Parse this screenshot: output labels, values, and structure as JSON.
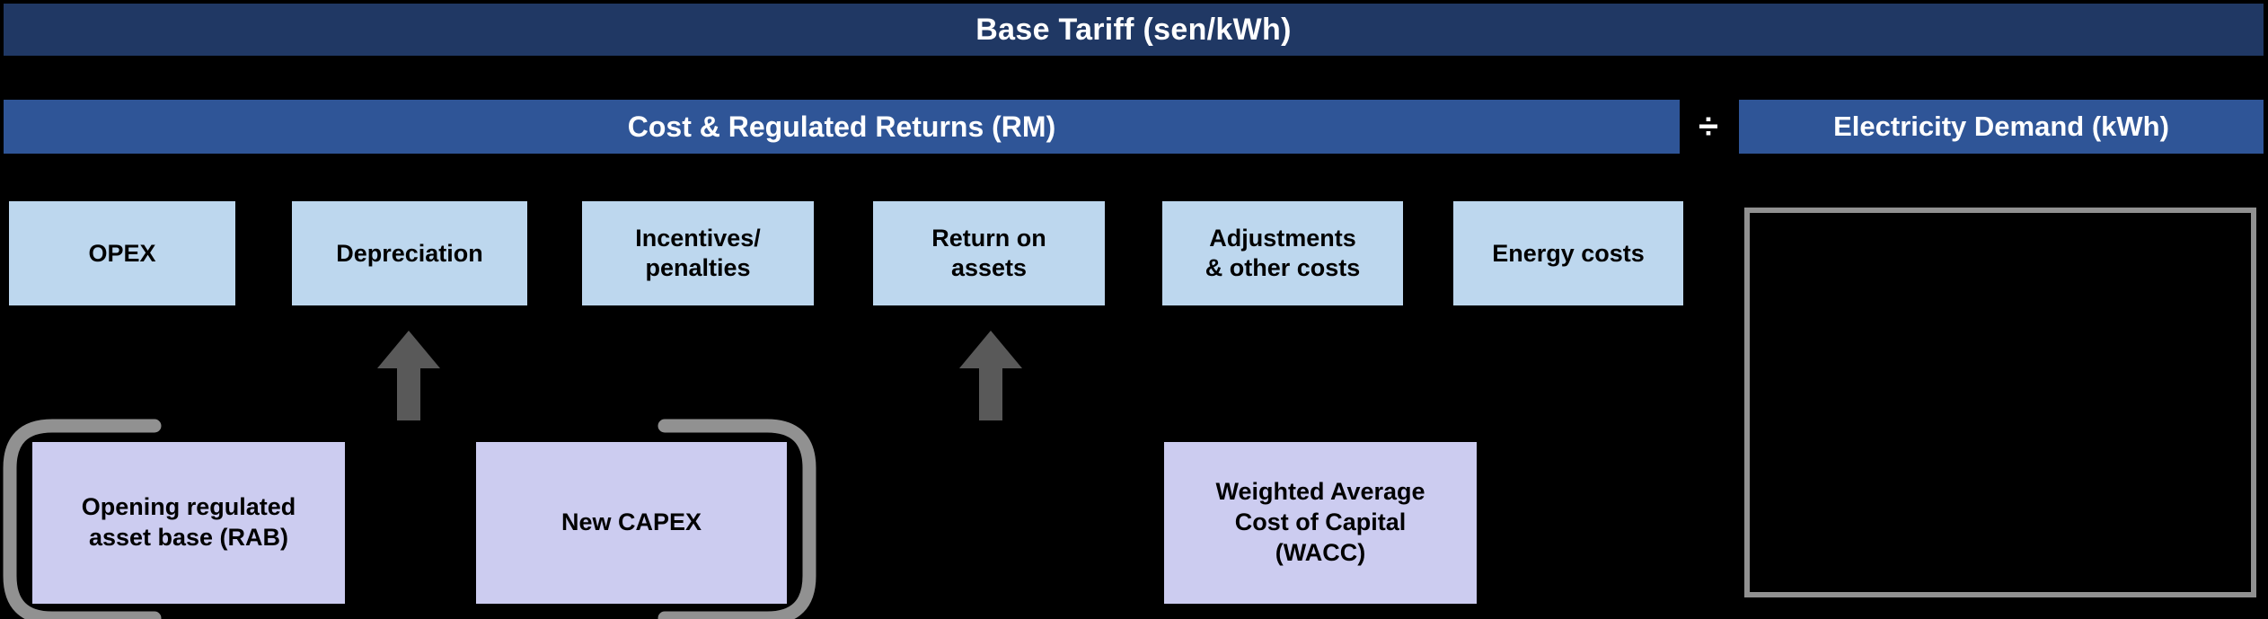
{
  "diagram": {
    "title": "Base Tariff (sen/kWh)",
    "formula": {
      "numerator_label": "Cost & Regulated Returns (RM)",
      "operator": "÷",
      "operator_icon": "divide-icon",
      "denominator_label": "Electricity Demand (kWh)"
    },
    "cost_components": [
      {
        "label": "OPEX"
      },
      {
        "label": "Depreciation"
      },
      {
        "label": "Incentives/\npenalties"
      },
      {
        "label": "Return on\nassets"
      },
      {
        "label": "Adjustments\n& other costs"
      },
      {
        "label": "Energy costs"
      }
    ],
    "drivers": [
      {
        "label": "Opening regulated\nasset base (RAB)"
      },
      {
        "label": "New CAPEX"
      },
      {
        "label": "Weighted Average\nCost of Capital\n(WACC)"
      }
    ],
    "connectors": [
      {
        "name": "arrow-to-depreciation",
        "icon": "arrow-up-icon"
      },
      {
        "name": "arrow-to-return-on-assets",
        "icon": "arrow-up-icon"
      }
    ],
    "grouping": {
      "name": "rab-capex-group-bracket",
      "icon": "bracket-icon"
    },
    "demand_panel": {
      "name": "electricity-demand-panel",
      "content": ""
    },
    "colors": {
      "title_bar": "#203864",
      "formula_bar": "#2F5597",
      "component_box": "#BDD7EE",
      "driver_box": "#CCCCF0",
      "connector": "#595959",
      "bracket": "#919191",
      "background": "#000000",
      "title_text": "#FFFFFF",
      "box_text": "#000000"
    }
  }
}
